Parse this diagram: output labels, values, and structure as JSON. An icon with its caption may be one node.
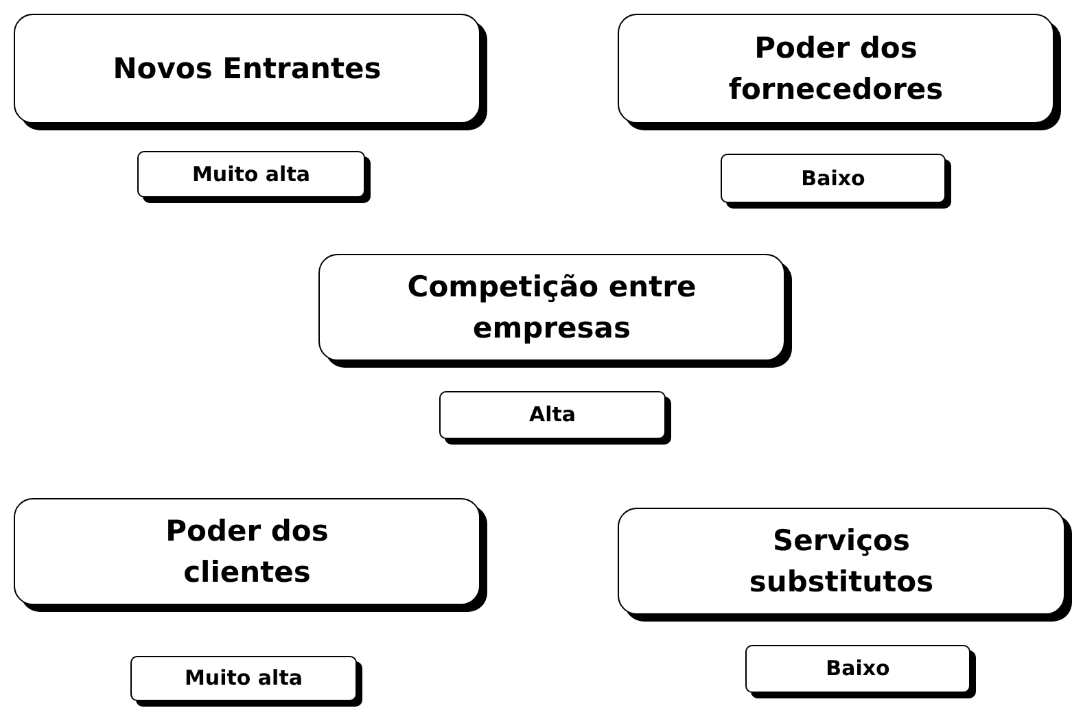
{
  "diagram": {
    "nodes": [
      {
        "text": [
          "Novos Entrantes"
        ]
      },
      {
        "text": [
          "Muito alta"
        ]
      },
      {
        "text": [
          "Poder dos fornecedores"
        ]
      },
      {
        "text": [
          "Baixo"
        ]
      },
      {
        "text": [
          "Competição entre empresas"
        ]
      },
      {
        "text": [
          "Alta"
        ]
      },
      {
        "text": [
          "Poder dos clientes"
        ]
      },
      {
        "text": [
          "Muito alta"
        ]
      },
      {
        "text": [
          "Serviços substitutos"
        ]
      },
      {
        "text": [
          "Baixo"
        ]
      }
    ]
  }
}
